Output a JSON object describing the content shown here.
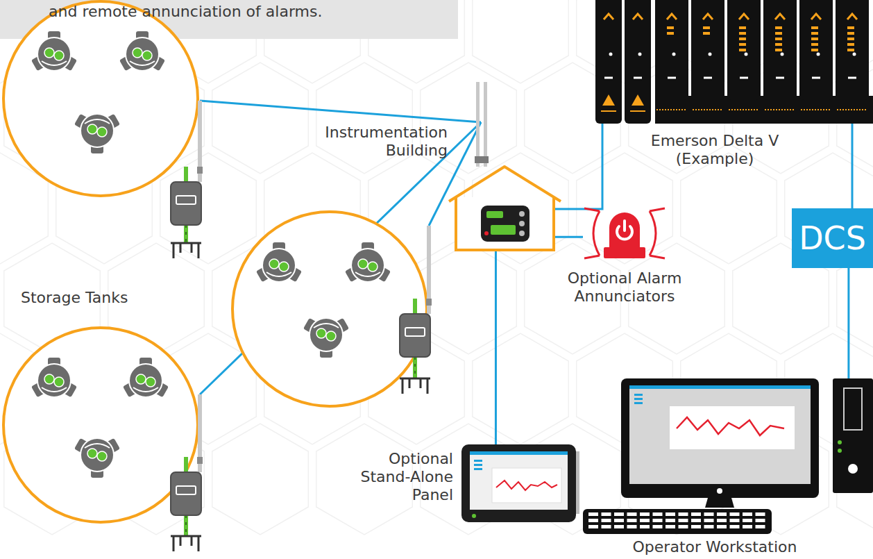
{
  "diagram": {
    "nodes": [
      {
        "text": [
          "Instrumentation Building"
        ]
      },
      {
        "text": [
          "Emerson Delta V (Example)"
        ]
      },
      {
        "text": [
          "DCS"
        ]
      },
      {
        "text": [
          "Optional Alarm Annunciators"
        ]
      },
      {
        "text": [
          "Optional Stand-Alone Panel"
        ]
      },
      {
        "text": [
          "Operator Workstation"
        ]
      }
    ],
    "edges": [
      {
        "from": 0,
        "to": 1,
        "arrow": "none"
      },
      {
        "from": 0,
        "to": 3,
        "arrow": "none"
      },
      {
        "from": 0,
        "to": 4,
        "arrow": "none"
      },
      {
        "from": 1,
        "to": 2,
        "arrow": "none"
      },
      {
        "from": 2,
        "to": 5,
        "arrow": "none"
      }
    ],
    "labels": [
      "and remote annunciation of alarms.",
      "Storage Tanks"
    ]
  }
}
